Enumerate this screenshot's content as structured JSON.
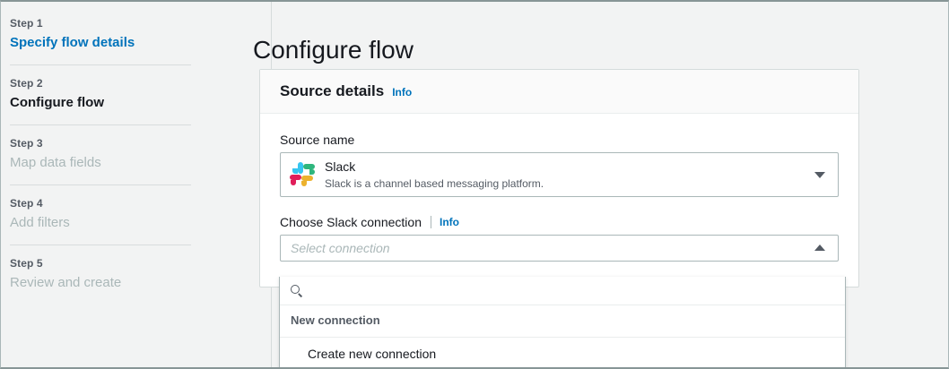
{
  "sidebar": {
    "steps": [
      {
        "number": "Step 1",
        "title": "Specify flow details",
        "state": "active-link"
      },
      {
        "number": "Step 2",
        "title": "Configure flow",
        "state": "current"
      },
      {
        "number": "Step 3",
        "title": "Map data fields",
        "state": "future"
      },
      {
        "number": "Step 4",
        "title": "Add filters",
        "state": "future"
      },
      {
        "number": "Step 5",
        "title": "Review and create",
        "state": "future"
      }
    ]
  },
  "page": {
    "title": "Configure flow"
  },
  "card": {
    "heading": "Source details",
    "info_label": "Info"
  },
  "source_name": {
    "label": "Source name",
    "selected_title": "Slack",
    "selected_description": "Slack is a channel based messaging platform.",
    "caret": "chevron-down-icon",
    "logo": "slack-logo"
  },
  "connection": {
    "label": "Choose Slack connection",
    "info_label": "Info",
    "placeholder": "Select connection",
    "value": "",
    "caret": "chevron-up-icon",
    "expanded": true
  },
  "dropdown": {
    "search_placeholder": "",
    "search_icon": "search-icon",
    "group_label": "New connection",
    "items": [
      {
        "label": "Create new connection"
      }
    ]
  },
  "colors": {
    "link": "#0073bb",
    "text": "#16191f",
    "muted": "#545b64",
    "disabled": "#aab7b8",
    "border": "#d5dbdb",
    "page_bg": "#f2f3f3",
    "card_bg": "#ffffff",
    "slack_blue": "#36c5f0",
    "slack_green": "#2eb67d",
    "slack_red": "#e01e5a",
    "slack_yellow": "#ecb22e"
  }
}
